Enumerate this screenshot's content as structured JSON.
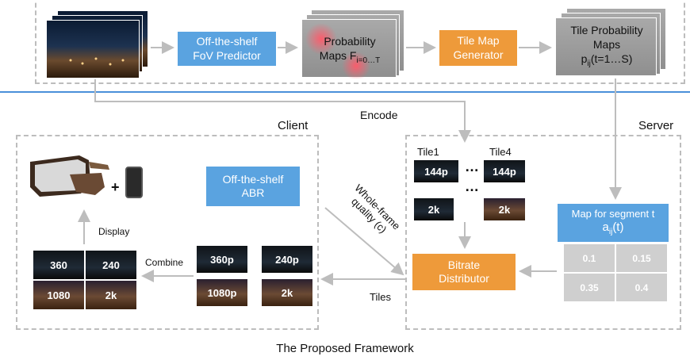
{
  "boxes": {
    "fov_predictor": "Off-the-shelf\nFoV Predictor",
    "prob_maps": "Probability\nMaps F",
    "prob_maps_sub": "i=0…T",
    "tile_map_generator": "Tile Map\nGenerator",
    "tile_prob_maps": "Tile Probability\nMaps",
    "tile_prob_formula_base": "p",
    "tile_prob_formula_sub": "ij",
    "tile_prob_formula_rest": "(t=1…S)",
    "client_abr": "Off-the-shelf\nABR",
    "bitrate_distributor": "Bitrate\nDistributor",
    "map_segment_title": "Map for segment t",
    "map_segment_formula_base": "a",
    "map_segment_formula_sub": "ij",
    "map_segment_formula_rest": "(t)"
  },
  "labels": {
    "encode": "Encode",
    "client": "Client",
    "server": "Server",
    "tile1": "Tile1",
    "tile4": "Tile4",
    "dots_h": "…",
    "dots_v": "…",
    "display": "Display",
    "combine": "Combine",
    "tiles": "Tiles",
    "whole_frame_line1": "Whole-frame",
    "whole_frame_line2": "quality (c)",
    "plus": "+",
    "caption": "The Proposed Framework"
  },
  "server_tiles": {
    "t1_top": "144p",
    "t4_top": "144p",
    "t1_bottom": "2k",
    "t4_bottom": "2k"
  },
  "client_tiles": [
    "360p",
    "240p",
    "1080p",
    "2k"
  ],
  "combined_tiles": [
    "360",
    "240",
    "1080",
    "2k"
  ],
  "segment_map_values": [
    "0.1",
    "0.15",
    "0.35",
    "0.4"
  ],
  "colors": {
    "blue_box": "#5aa3e0",
    "orange_box": "#ee9a3a",
    "dashed_border": "#bdbdbd",
    "arrow": "#bdbdbd",
    "divider": "#4a90d9"
  }
}
